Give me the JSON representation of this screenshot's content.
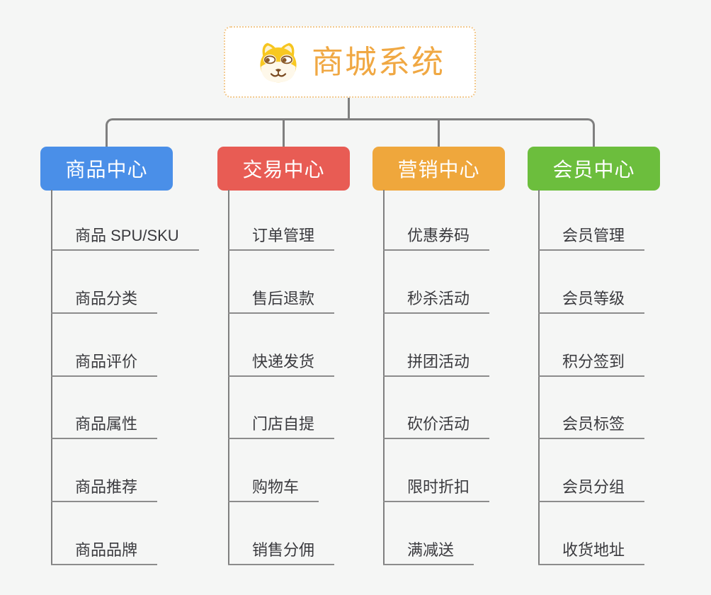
{
  "root": {
    "title": "商城系统",
    "icon": "shiba-dog"
  },
  "branches": [
    {
      "label": "商品中心",
      "color": "#4A8FE8",
      "items": [
        "商品 SPU/SKU",
        "商品分类",
        "商品评价",
        "商品属性",
        "商品推荐",
        "商品品牌"
      ]
    },
    {
      "label": "交易中心",
      "color": "#E85C54",
      "items": [
        "订单管理",
        "售后退款",
        "快递发货",
        "门店自提",
        "购物车",
        "销售分佣"
      ]
    },
    {
      "label": "营销中心",
      "color": "#EFA73C",
      "items": [
        "优惠券码",
        "秒杀活动",
        "拼团活动",
        "砍价活动",
        "限时折扣",
        "满减送"
      ]
    },
    {
      "label": "会员中心",
      "color": "#6CBE3D",
      "items": [
        "会员管理",
        "会员等级",
        "积分签到",
        "会员标签",
        "会员分组",
        "收货地址"
      ]
    }
  ],
  "palette": {
    "title_color": "#F0A843",
    "root_border": "#F2C98E",
    "connector": "#7F7F7F",
    "underline": "#8C8C8C",
    "leaf_text": "#3A3A3E",
    "background": "#F5F6F5"
  }
}
